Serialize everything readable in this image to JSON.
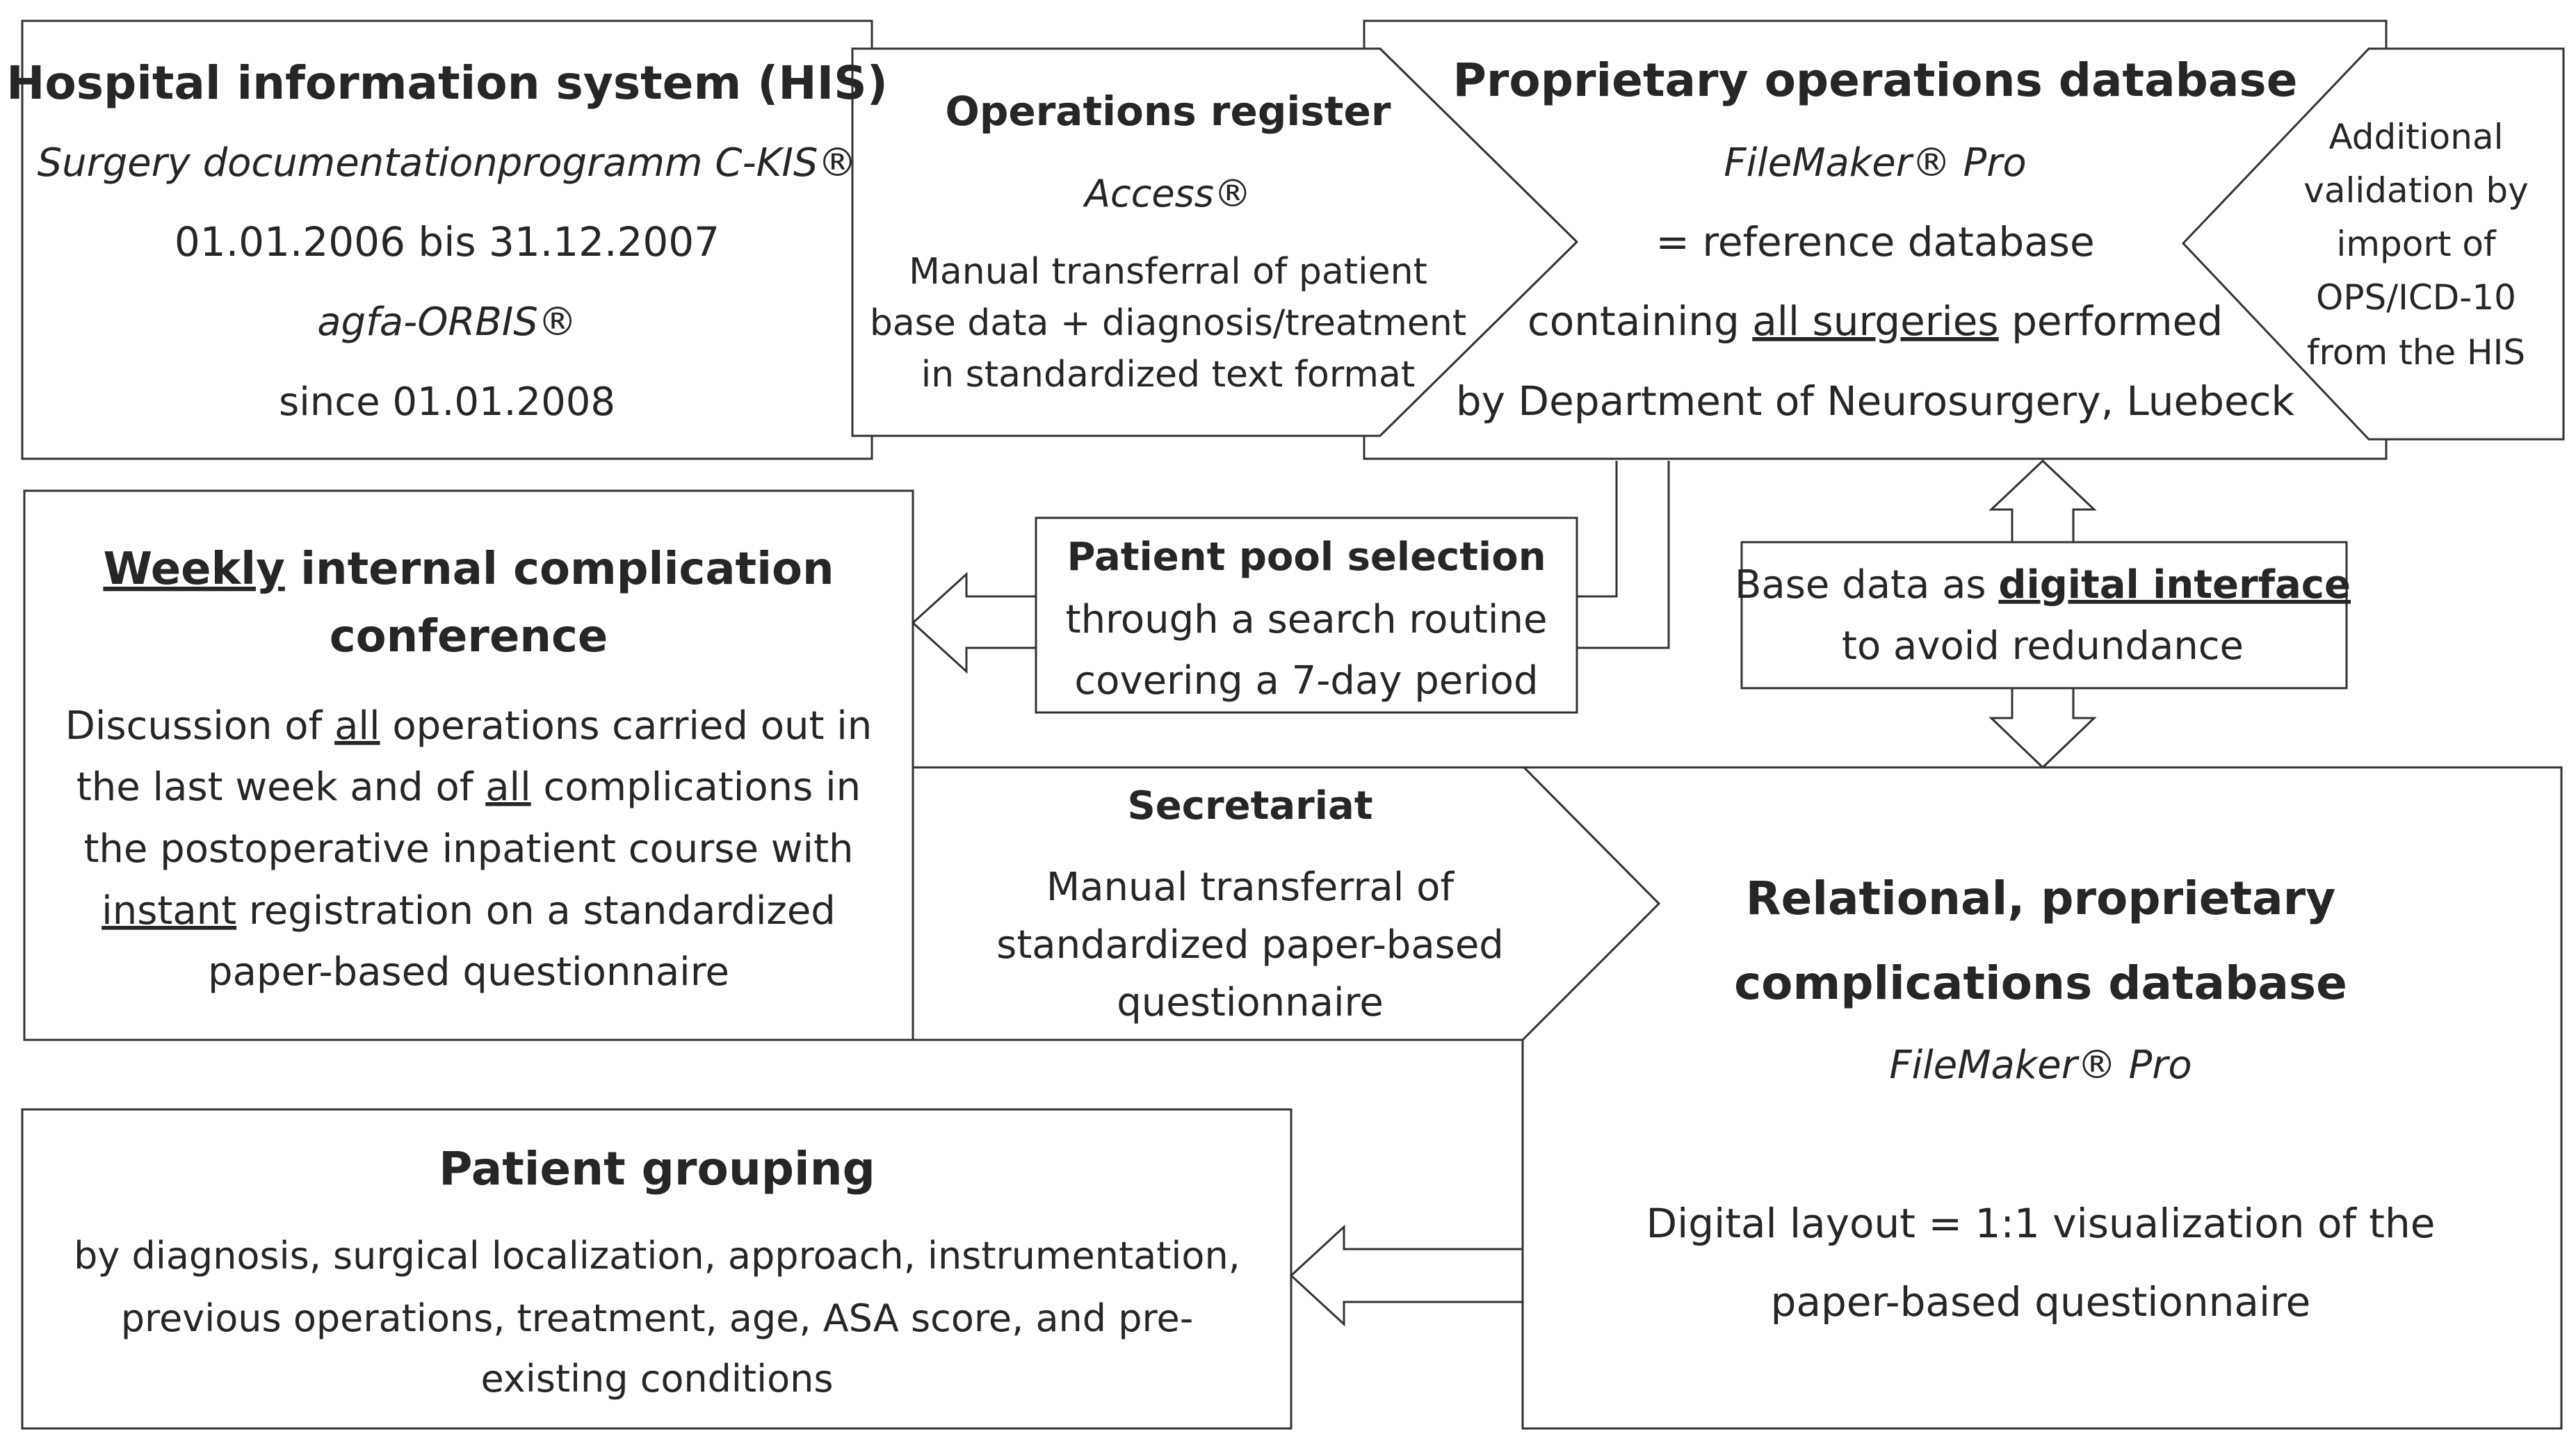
{
  "his": {
    "title": "Hospital information system (HIS)",
    "program": "Surgery documentationprogramm C-KIS®",
    "period1": "01.01.2006 bis 31.12.2007",
    "system_italic": "agfa",
    "system_rest": "-ORBIS®",
    "period2": "since 01.01.2008"
  },
  "register": {
    "title": "Operations register",
    "software": "Access®",
    "line1": "Manual transferral of patient",
    "line2": "base data + diagnosis/treatment",
    "line3": "in standardized text format"
  },
  "ops_db": {
    "title": "Proprietary operations database",
    "software": "FileMaker® Pro",
    "line1": "= reference database",
    "line2_pre": "containing ",
    "line2_ul": "all surgeries",
    "line2_post": " performed",
    "line3": "by Department of Neurosurgery, Luebeck"
  },
  "validation": {
    "lines": [
      "Additional",
      "validation by",
      "import of",
      "OPS/ICD-10",
      "from the HIS"
    ]
  },
  "conference": {
    "title_ul": "Weekly",
    "title_rest": " internal complication",
    "title_line2": "conference",
    "l1_pre": "Discussion of ",
    "l1_ul": "all",
    "l1_post": " operations carried out in",
    "l2_pre": "the last week and of ",
    "l2_ul": "all",
    "l2_post": " complications in",
    "l3": "the postoperative inpatient course with",
    "l4_ul": "instant",
    "l4_post": " registration on a standardized",
    "l5": "paper-based questionnaire"
  },
  "pool": {
    "title": "Patient pool selection",
    "line1": "through a search routine",
    "line2": "covering a 7-day period"
  },
  "interface": {
    "line1_pre": "Base data as ",
    "line1_ul": "digital interface",
    "line2": "to avoid redundance"
  },
  "secretariat": {
    "title": "Secretariat",
    "line1": "Manual transferral of",
    "line2": "standardized paper-based",
    "line3": "questionnaire"
  },
  "comp_db": {
    "title1": "Relational, proprietary",
    "title2": "complications database",
    "software": "FileMaker® Pro",
    "line1": "Digital layout = 1:1 visualization of the",
    "line2": "paper-based questionnaire"
  },
  "grouping": {
    "title": "Patient grouping",
    "line1": "by diagnosis, surgical localization, approach, instrumentation,",
    "line2": "previous operations, treatment, age, ASA score, and pre-",
    "line3": "existing conditions"
  }
}
